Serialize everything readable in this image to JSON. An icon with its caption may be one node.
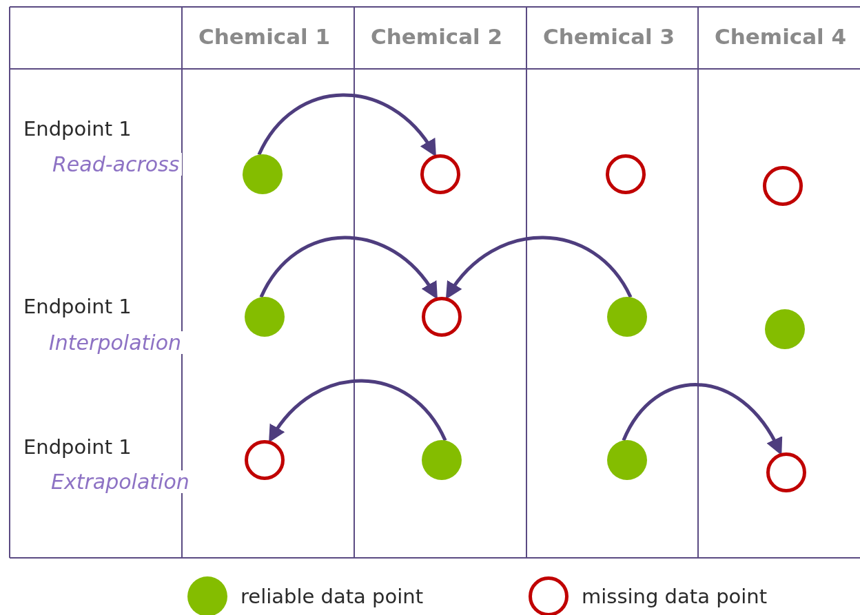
{
  "diagram": {
    "nodes": [
      {
        "text": [],
        "shape": "circle"
      },
      {
        "text": [],
        "shape": "circle"
      },
      {
        "text": [],
        "shape": "circle"
      },
      {
        "text": [],
        "shape": "circle"
      },
      {
        "text": [],
        "shape": "circle"
      },
      {
        "text": [],
        "shape": "circle"
      },
      {
        "text": [],
        "shape": "circle"
      },
      {
        "text": [],
        "shape": "circle"
      },
      {
        "text": [],
        "shape": "circle"
      },
      {
        "text": [],
        "shape": "circle"
      },
      {
        "text": [],
        "shape": "circle"
      },
      {
        "text": [],
        "shape": "circle"
      }
    ],
    "edges": [
      {
        "from": 0,
        "to": 1,
        "arrow": "to"
      },
      {
        "from": 4,
        "to": 5,
        "arrow": "to"
      },
      {
        "from": 6,
        "to": 5,
        "arrow": "to"
      },
      {
        "from": 9,
        "to": 8,
        "arrow": "to"
      },
      {
        "from": 10,
        "to": 11,
        "arrow": "to"
      }
    ],
    "labels": [
      "Chemical 1",
      "Chemical 2",
      "Chemical 3",
      "Chemical 4",
      "Endpoint 1",
      "Read-across",
      "Endpoint 1",
      "Interpolation",
      "Endpoint 1",
      "Extrapolation"
    ],
    "legend": [
      {
        "text": "reliable data point",
        "color": "#84bd00"
      },
      {
        "text": "missing data point",
        "color": "#c00000"
      }
    ]
  }
}
